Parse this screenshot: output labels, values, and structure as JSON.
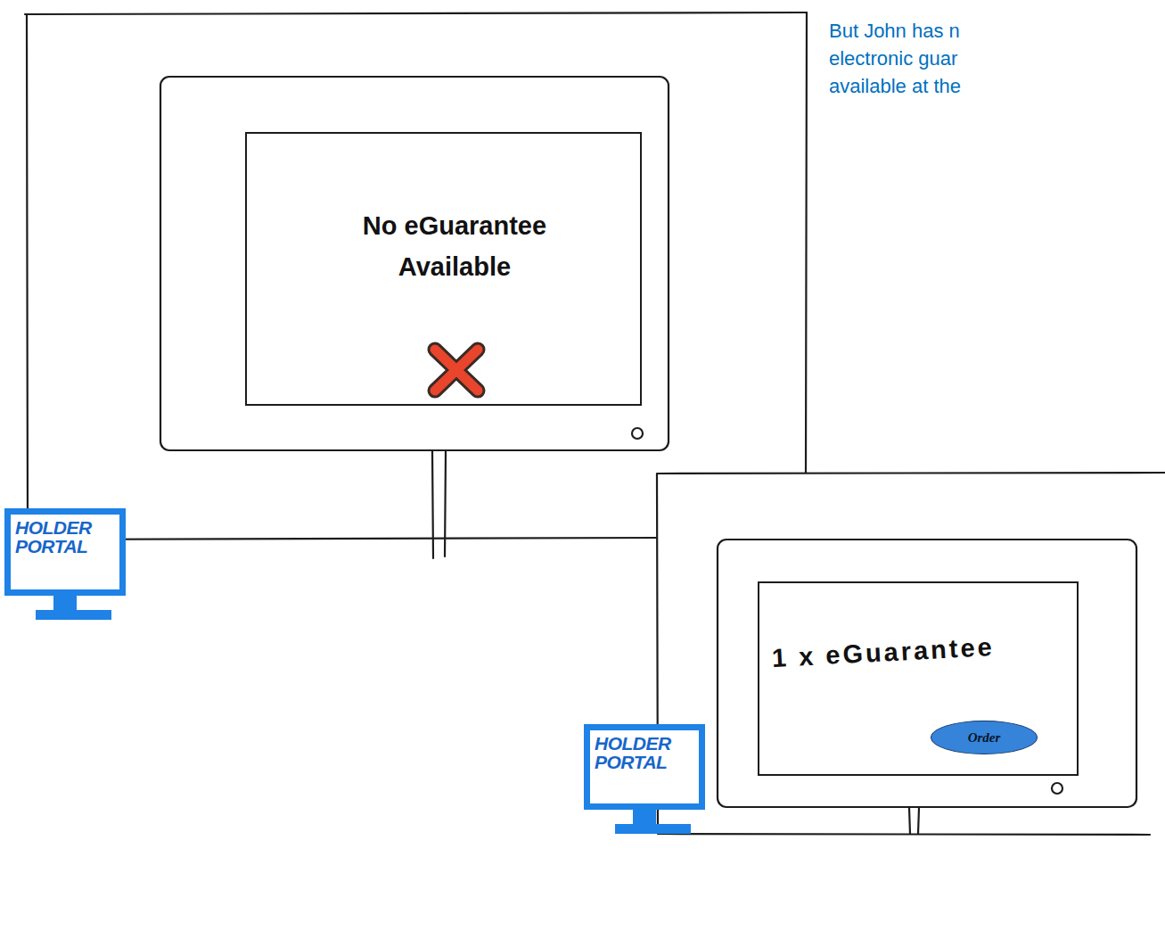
{
  "diagram": {
    "nodes": [
      {
        "text": [
          "No eGuarantee Available"
        ]
      },
      {
        "text": [
          "HOLDER PORTAL"
        ]
      },
      {
        "text": [
          "1 x eGuarantee"
        ]
      },
      {
        "text": [
          "Order"
        ],
        "in": 2
      },
      {
        "text": [
          "HOLDER PORTAL"
        ]
      }
    ],
    "labels": [
      "But John has n electronic guar available at the"
    ]
  }
}
